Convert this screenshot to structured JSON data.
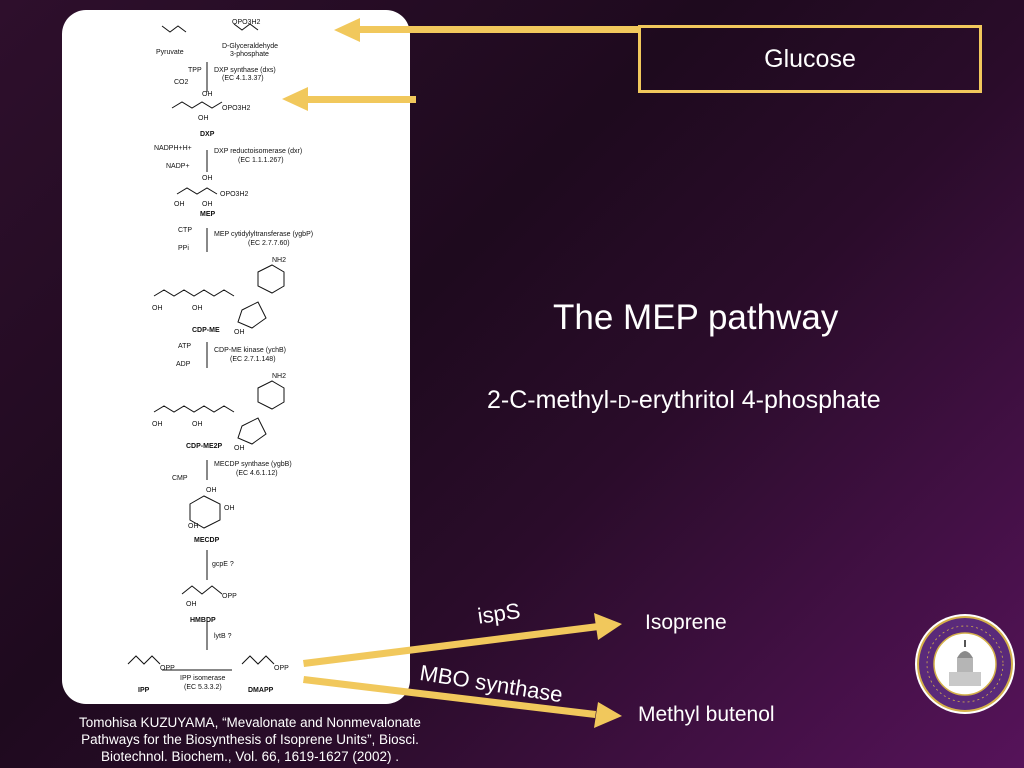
{
  "slide": {
    "glucose": "Glucose",
    "title": "The  MEP pathway",
    "subtitle_main": "2-C-methyl-",
    "subtitle_small": "D",
    "subtitle_rest": "-erythritol 4-phosphate",
    "enzyme1": "ispS",
    "product1": "Isoprene",
    "enzyme2": "MBO synthase",
    "product2": "Methyl butenol",
    "citation": [
      "Tomohisa KUZUYAMA, “Mevalonate and Nonmevalonate",
      "Pathways for the Biosynthesis of Isoprene Units”, Biosci.",
      "Biotechnol. Biochem., Vol. 66, 1619-1627 (2002) ."
    ]
  },
  "diagram": {
    "pyruvate": "Pyruvate",
    "g3p": "D-Glyceraldehyde",
    "g3p2": "3-phosphate",
    "dxs_enzyme": "DXP synthase (dxs)",
    "dxs_ec": "(EC 4.1.3.37)",
    "tpp": "TPP",
    "co2": "CO2",
    "dxp": "DXP",
    "nadph": "NADPH+H+",
    "nadp": "NADP+",
    "dxr_enzyme": "DXP reductoisomerase (dxr)",
    "dxr_ec": "(EC 1.1.1.267)",
    "mep": "MEP",
    "ctp": "CTP",
    "ppi": "PPi",
    "ygbp_enzyme": "MEP cytidylyltransferase (ygbP)",
    "ygbp_ec": "(EC 2.7.7.60)",
    "cdpme": "CDP-ME",
    "atp": "ATP",
    "adp": "ADP",
    "ychb_enzyme": "CDP-ME kinase (ychB)",
    "ychb_ec": "(EC 2.7.1.148)",
    "cdpme2p": "CDP-ME2P",
    "cmp": "CMP",
    "ygbb_enzyme": "MECDP synthase (ygbB)",
    "ygbb_ec": "(EC 4.6.1.12)",
    "mecdp": "MECDP",
    "gcpe": "gcpE ?",
    "hmbdp": "HMBDP",
    "lytb": "lytB ?",
    "ipp": "IPP",
    "ipp_isomerase": "IPP isomerase",
    "ipp_ec": "(EC 5.3.3.2)",
    "dmapp": "DMAPP",
    "opp": "OPP",
    "oh": "OH",
    "nh2": "NH2",
    "opo3h2": "OPO3H2"
  },
  "colors": {
    "arrow": "#f1c85c",
    "text": "#ffffff",
    "panel": "#ffffff"
  }
}
